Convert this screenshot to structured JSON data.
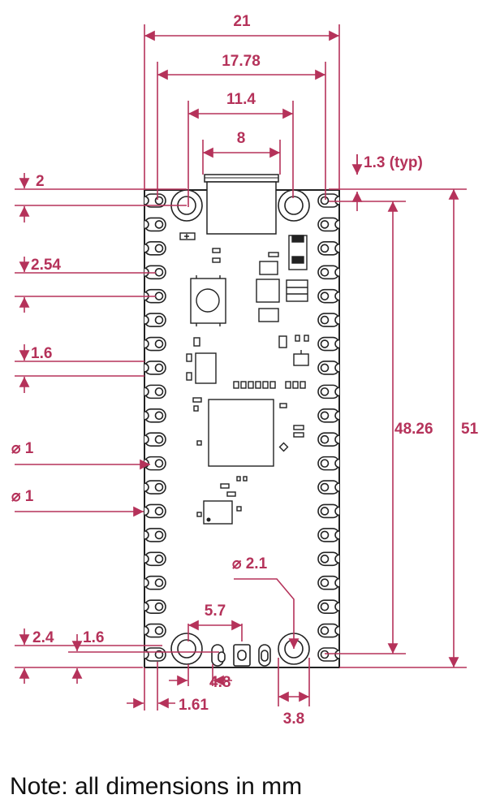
{
  "dimensions": {
    "board_width": "21",
    "hole_pitch_x": "17.78",
    "usb_connector_width": "11.4",
    "usb_receptacle_width": "8",
    "usb_overhang": "1.3 (typ)",
    "top_margin": "2",
    "pin_pitch": "2.54",
    "pad_height": "1.6",
    "hole_diameter_a": "⌀ 1",
    "hole_diameter_b": "⌀ 1",
    "mounting_hole_diameter": "⌀ 2.1",
    "debug_pin_span": "5.7",
    "bottom_offset": "2.4",
    "bottom_pad": "1.6",
    "debug_offset": "4.8",
    "edge_offset": "1.61",
    "mount_slot_width": "3.8",
    "hole_pitch_y": "48.26",
    "board_length": "51"
  },
  "colors": {
    "dimension": "#b5325a",
    "outline": "#222222",
    "board": "#ffffff"
  },
  "note": "Note: all dimensions in mm"
}
